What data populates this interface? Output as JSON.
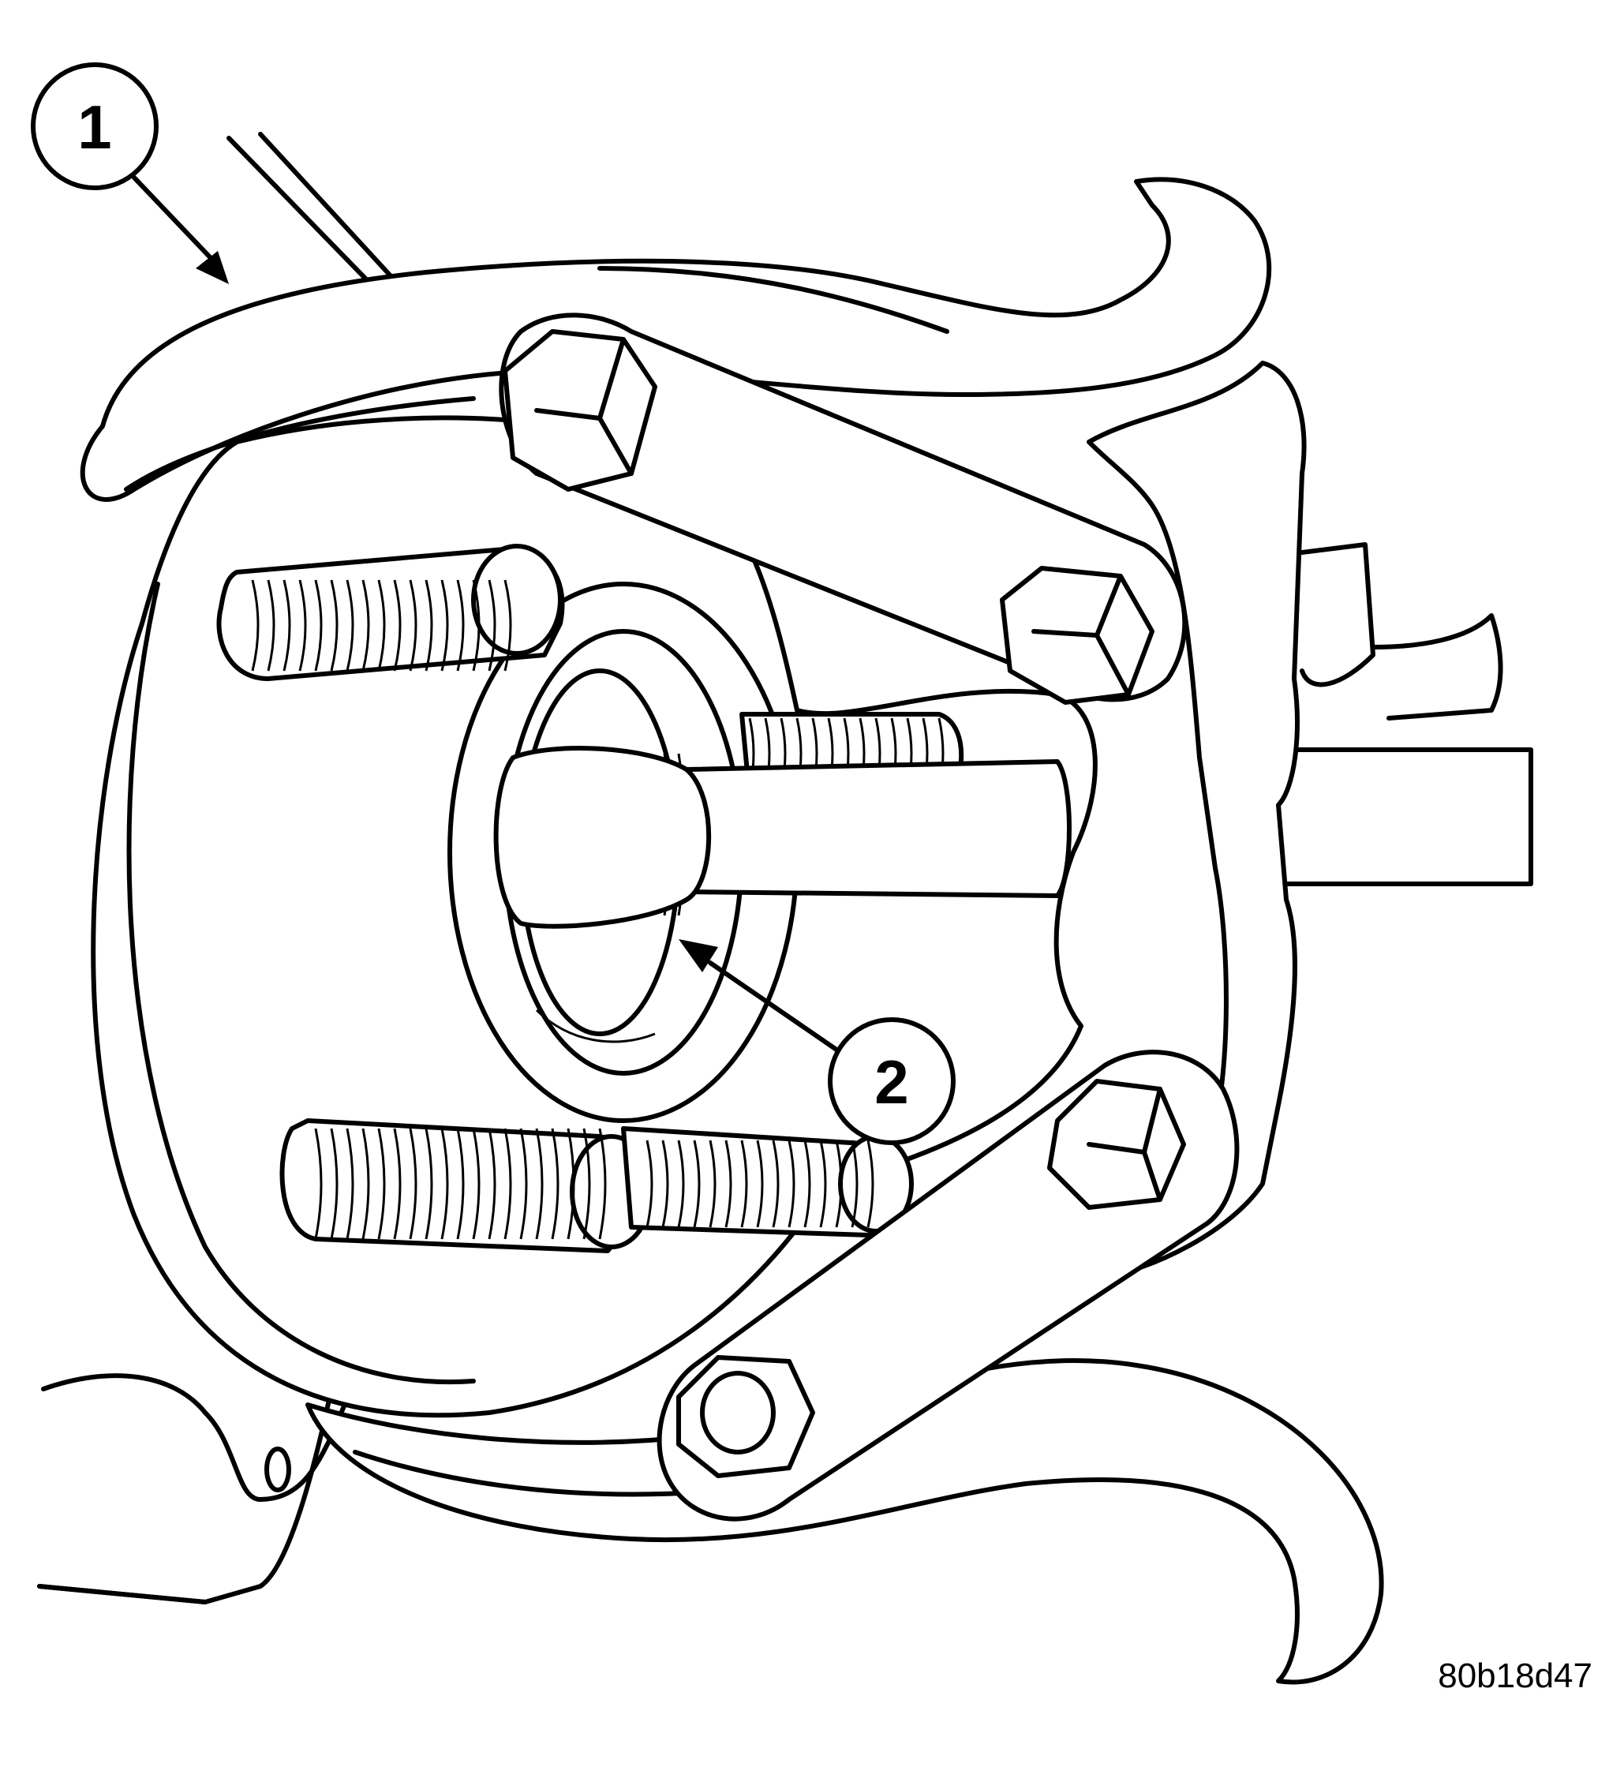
{
  "callouts": [
    {
      "label": "1",
      "target": "gear-puller"
    },
    {
      "label": "2",
      "target": "forcing-screw-tip"
    }
  ],
  "figure_id": "80b18d47",
  "colors": {
    "line": "#000000",
    "background": "#ffffff"
  }
}
